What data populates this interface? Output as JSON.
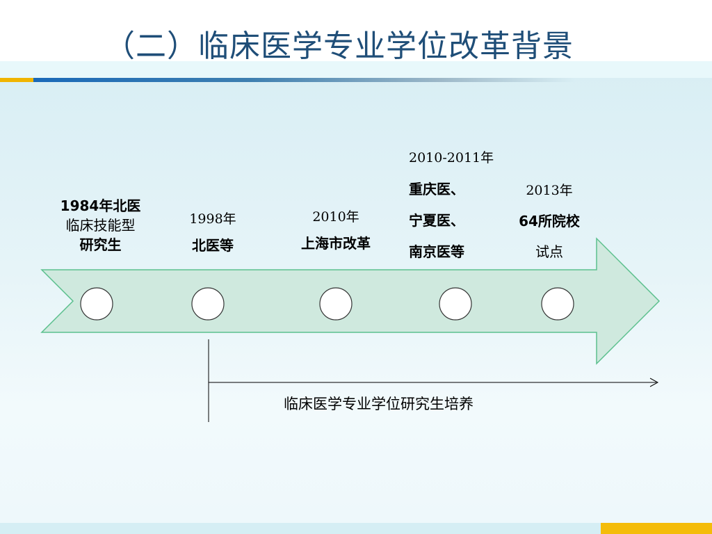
{
  "title": "（二）临床医学专业学位改革背景",
  "colors": {
    "title": "#1f4e78",
    "arrow_fill": "#cfe9de",
    "arrow_stroke": "#5cc08e",
    "accent_gold": "#f0b400",
    "accent_blue": "#1a69b8"
  },
  "milestones": [
    {
      "lines": [
        "1984年北医",
        "临床技能型",
        "研究生"
      ]
    },
    {
      "year": "1998年",
      "lines": [
        "北医等"
      ]
    },
    {
      "year": "2010年",
      "lines": [
        "上海市改革"
      ]
    },
    {
      "year": "2010-2011年",
      "lines": [
        "重庆医、",
        "宁夏医、",
        "南京医等"
      ]
    },
    {
      "year": "2013年",
      "lines": [
        "64所院校",
        "试点"
      ]
    }
  ],
  "span_label": "临床医学专业学位研究生培养"
}
